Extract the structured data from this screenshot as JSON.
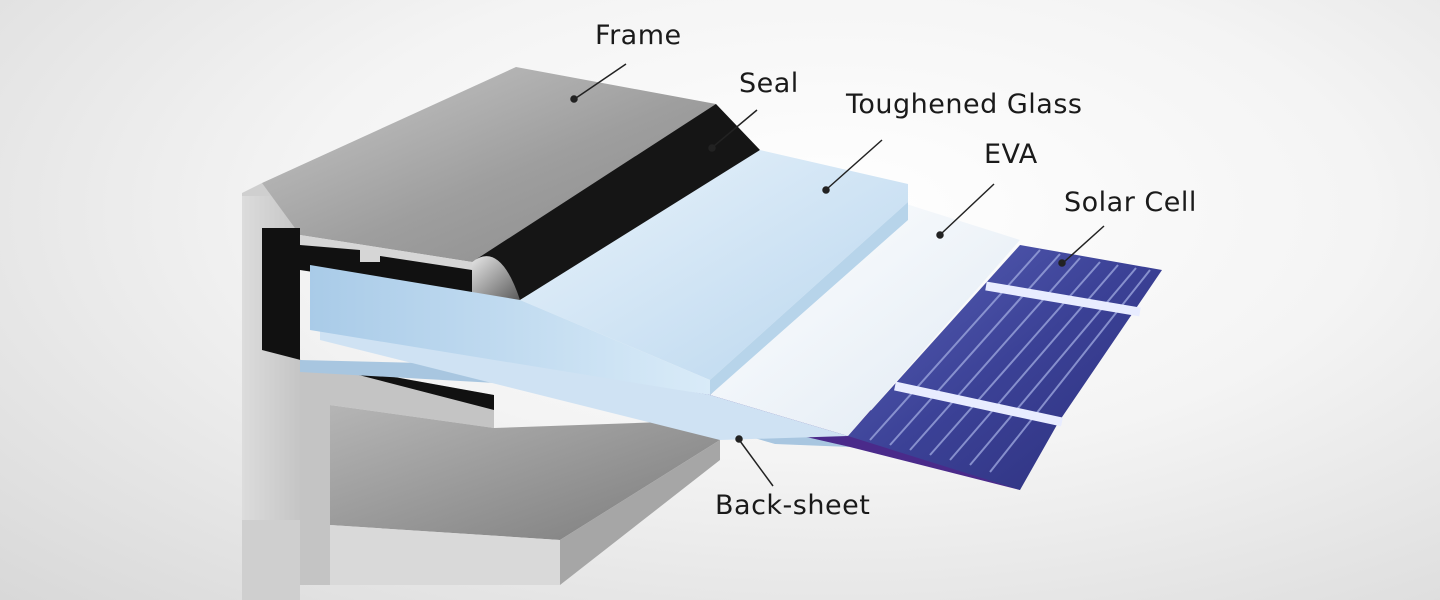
{
  "labels": {
    "frame": "Frame",
    "seal": "Seal",
    "glass": "Toughened Glass",
    "eva": "EVA",
    "solar_cell": "Solar Cell",
    "back_sheet": "Back-sheet"
  },
  "colors": {
    "frame_metal": "#a9a9a9",
    "seal": "#111111",
    "glass": "#cfe3f3",
    "eva": "#eef3f8",
    "solar_cell": "#3c3f90",
    "back_sheet": "#4a2a8a",
    "leader_line": "#222222"
  }
}
